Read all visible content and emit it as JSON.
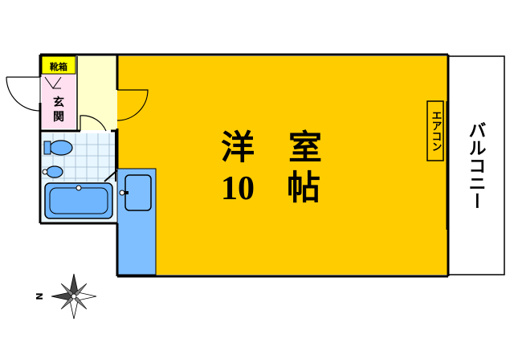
{
  "floorplan": {
    "rooms": {
      "western_room": {
        "name": "洋　室",
        "size": "10帖",
        "size_num": "10",
        "size_unit": "帖"
      },
      "entrance": {
        "label_line1": "玄",
        "label_line2": "関"
      },
      "shoe_box": {
        "label": "靴箱"
      },
      "balcony": {
        "label": "バルコニー"
      }
    },
    "equipment": {
      "air_conditioner": {
        "label": "エアコン"
      }
    },
    "compass": {
      "north_label": "N"
    }
  },
  "colors": {
    "western_room": "#ffcc00",
    "wet_area": "#6fb6ff",
    "kitchen_blue": "#7fbfff",
    "entrance_pink": "#ffe0f0",
    "storage_yellow": "#ffffcc",
    "tile": "#e8f6ff",
    "wall": "#000000"
  }
}
